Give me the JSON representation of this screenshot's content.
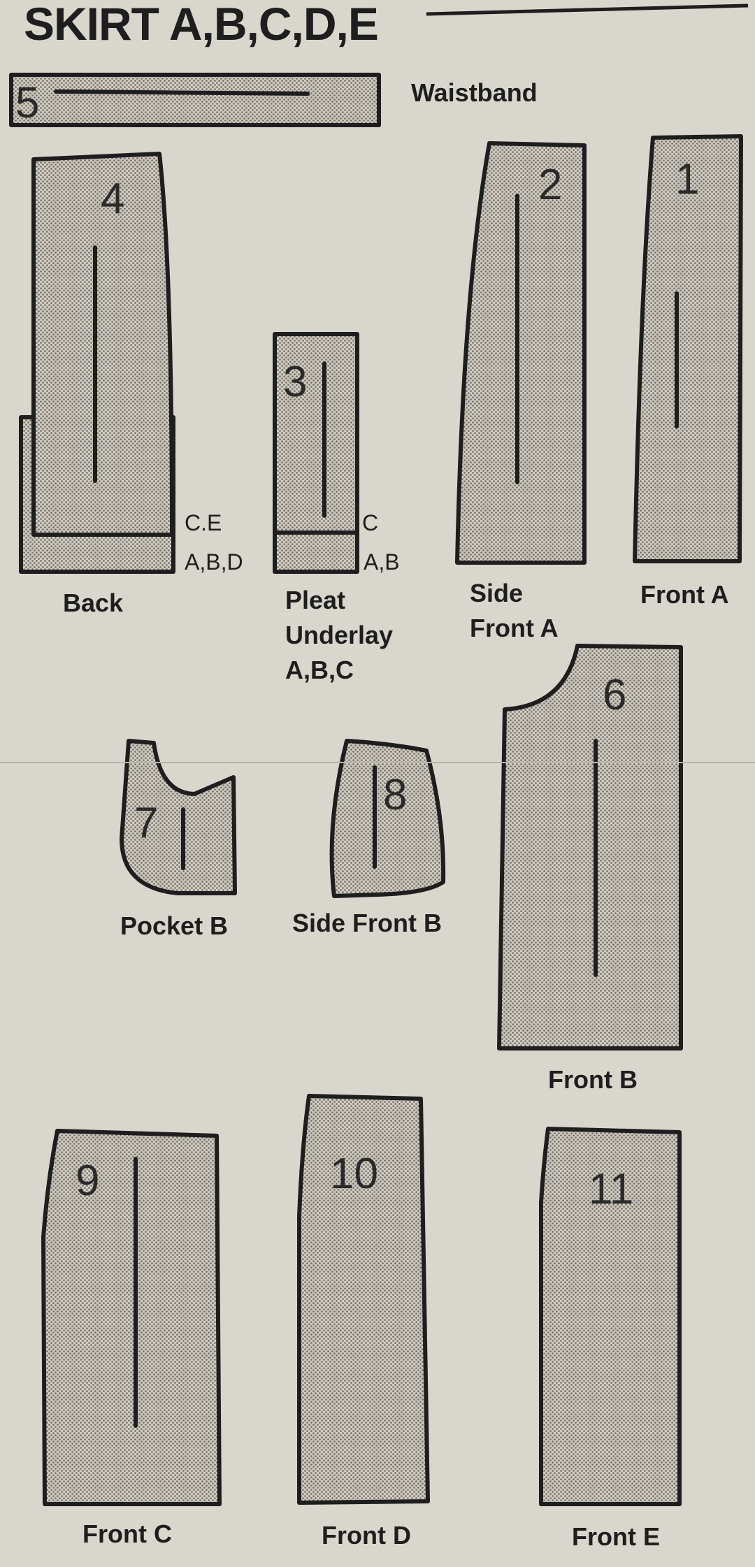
{
  "title": "SKIRT A,B,C,D,E",
  "pieces": [
    {
      "number": "5",
      "name": "Waistband"
    },
    {
      "number": "4",
      "name": "Back",
      "views": [
        "C.E",
        "A,B,D"
      ]
    },
    {
      "number": "3",
      "name": "Pleat Underlay A,B,C",
      "name_lines": [
        "Pleat",
        "Underlay",
        "A,B,C"
      ],
      "views": [
        "C",
        "A,B"
      ]
    },
    {
      "number": "2",
      "name": "Side Front A",
      "name_lines": [
        "Side",
        "Front A"
      ]
    },
    {
      "number": "1",
      "name": "Front A"
    },
    {
      "number": "6",
      "name": "Front B"
    },
    {
      "number": "7",
      "name": "Pocket B"
    },
    {
      "number": "8",
      "name": "Side Front B"
    },
    {
      "number": "9",
      "name": "Front C"
    },
    {
      "number": "10",
      "name": "Front D"
    },
    {
      "number": "11",
      "name": "Front E"
    }
  ]
}
